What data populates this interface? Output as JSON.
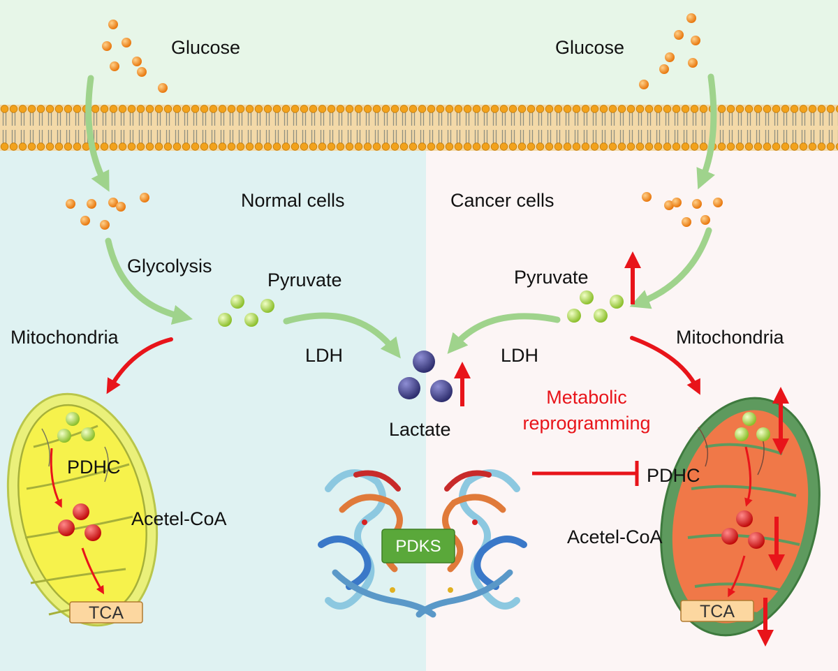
{
  "colors": {
    "extracellular": "#e7f6e8",
    "normal_cell_bg": "#dff2f2",
    "cancer_cell_bg": "#fcf5f5",
    "membrane_head": "#f0a020",
    "membrane_tail": "#c8c4b4",
    "glucose": "#f08a1e",
    "pyruvate": "#a8d04a",
    "lactate": "#4a4a8e",
    "acetyl": "#e21c1c",
    "flow_arrow": "#9fd38c",
    "red_arrow": "#e8141a",
    "normal_mito": "#f6f04a",
    "cancer_mito": "#f07a4a",
    "pdks_box": "#5aa83a"
  },
  "labels": {
    "glucose_left": "Glucose",
    "glucose_right": "Glucose",
    "normal_cells": "Normal cells",
    "cancer_cells": "Cancer cells",
    "glycolysis": "Glycolysis",
    "pyruvate_left": "Pyruvate",
    "pyruvate_right": "Pyruvate",
    "mitochondria_left": "Mitochondria",
    "mitochondria_right": "Mitochondria",
    "ldh_left": "LDH",
    "ldh_right": "LDH",
    "lactate": "Lactate",
    "metabolic_line1": "Metabolic",
    "metabolic_line2": "reprogramming",
    "pdhc_left": "PDHC",
    "pdhc_right": "PDHC",
    "acetyl_left": "Acetel-CoA",
    "acetyl_right": "Acetel-CoA",
    "tca_left": "TCA",
    "tca_right": "TCA",
    "pdks": "PDKS"
  }
}
